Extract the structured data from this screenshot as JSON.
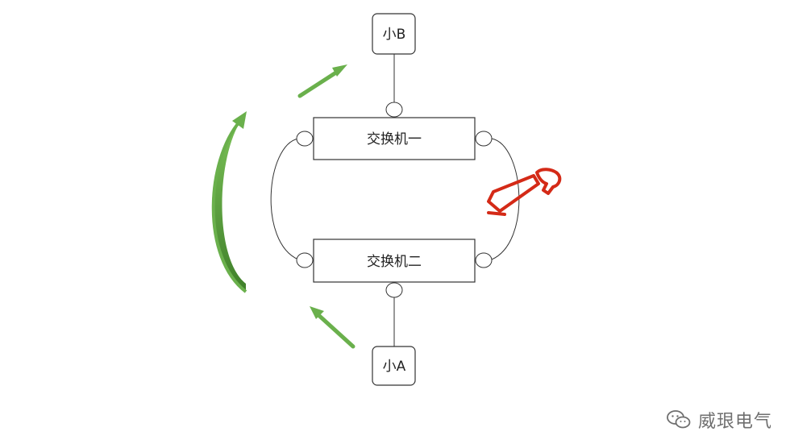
{
  "diagram": {
    "host_top_label": "小B",
    "host_bottom_label": "小A",
    "switch_one_label": "交换机一",
    "switch_two_label": "交换机二"
  },
  "colors": {
    "arrow_green": "#6ab04c",
    "arrow_green_dark": "#4d8a34",
    "fault_red": "#d42a17",
    "line": "#333333",
    "watermark": "#6f6f6f"
  },
  "watermark": {
    "brand_text": "威珢电气",
    "icon": "wechat-icon"
  }
}
